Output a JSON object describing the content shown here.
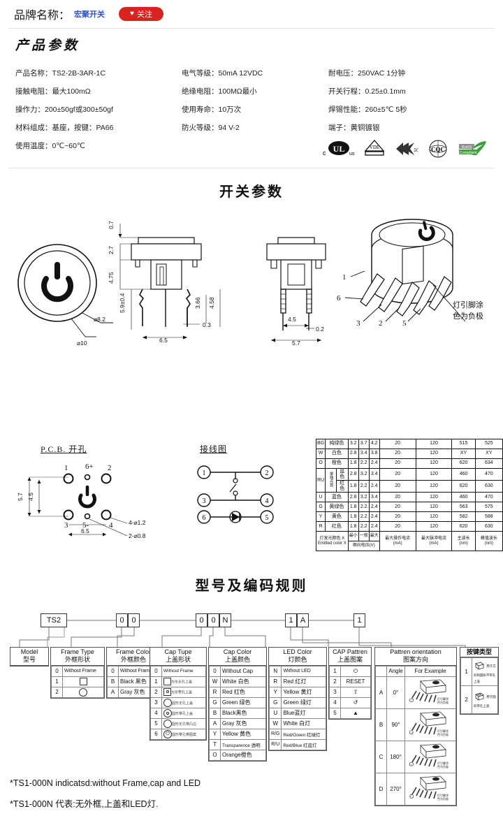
{
  "header": {
    "brand_label": "品牌名称：",
    "brand_name": "宏聚开关",
    "follow_label": "关注",
    "heart_icon": "♥",
    "accent_color": "#d8241f",
    "link_color": "#2b4fd8"
  },
  "product_section": {
    "title": "产品参数",
    "params": [
      "产品名称：TS2-2B-3AR-1C",
      "电气等级：50mA  12VDC",
      "耐电压：250VAC  1分钟",
      "接触电阻：最大100mΩ",
      "绝缘电阻：100MΩ最小",
      "开关行程：0.25±0.1mm",
      "操作力：200±50gf或300±50gf",
      "使用寿命：10万次",
      "焊锡性能：260±5℃  5秒",
      "材料组成：基座，按键：PA66",
      "防火等级：94 V-2",
      "端子：黄铜镀银",
      "使用温度：0℃~60℃",
      "",
      ""
    ],
    "certifications": [
      "cULus-icon",
      "vde-icon",
      "china-rohs-10-icon",
      "cqc-icon",
      "rohs-compliant-icon"
    ]
  },
  "switch_section": {
    "title": "开关参数",
    "front_view": {
      "dim_outer": "⌀10",
      "dim_inner": "⌀8.2",
      "icon": "power-icon"
    },
    "side_view": {
      "dims": [
        "0.7",
        "2.7",
        "4.75",
        "5.9±0.4",
        "3.66",
        "4.58",
        "0.3",
        "6.5"
      ]
    },
    "front_section_view": {
      "dims": [
        "4.5",
        "0.2",
        "5.7"
      ]
    },
    "iso_view": {
      "pins": [
        "1",
        "6",
        "3",
        "2",
        "5"
      ],
      "note": "灯引脚涂色为负极"
    }
  },
  "pcb_section": {
    "title": "P.C.B.  开孔",
    "pads": [
      "1",
      "6+",
      "2",
      "3",
      "5-",
      "4"
    ],
    "dims": [
      "5.7",
      "4.5",
      "6.5",
      "4-⌀1.2",
      "2-⌀0.8"
    ],
    "icon": "power-icon"
  },
  "wiring_section": {
    "title": "接线图",
    "nodes": [
      "①",
      "②",
      "③",
      "④",
      "⑥",
      "⑤"
    ],
    "led_symbol": "led-diode-icon"
  },
  "led_table": {
    "rows": [
      {
        "code": "BG",
        "color": "纯绿色",
        "vmin": "3.2",
        "vtyp": "3.7",
        "vmax": "4.2",
        "iop": "20",
        "ipulse": "120",
        "wl_main": "515",
        "wl_peak": "525"
      },
      {
        "code": "W",
        "color": "白色",
        "vmin": "2.8",
        "vtyp": "3.4",
        "vmax": "3.8",
        "iop": "20",
        "ipulse": "120",
        "wl_main": "XY",
        "wl_peak": "XY"
      },
      {
        "code": "O",
        "color": "橙色",
        "vmin": "1.8",
        "vtyp": "2.2",
        "vmax": "2.4",
        "iop": "20",
        "ipulse": "120",
        "wl_main": "620",
        "wl_peak": "634"
      },
      {
        "code": "RU",
        "sub_label": "单独点亮",
        "color": "蓝色",
        "vmin": "2.8",
        "vtyp": "3.2",
        "vmax": "3.4",
        "iop": "20",
        "ipulse": "120",
        "wl_main": "460",
        "wl_peak": "470",
        "rowspan": 2
      },
      {
        "code": "",
        "color": "红色",
        "vmin": "1.8",
        "vtyp": "2.2",
        "vmax": "2.4",
        "iop": "20",
        "ipulse": "120",
        "wl_main": "620",
        "wl_peak": "630"
      },
      {
        "code": "U",
        "color": "蓝色",
        "vmin": "2.8",
        "vtyp": "3.2",
        "vmax": "3.4",
        "iop": "20",
        "ipulse": "120",
        "wl_main": "460",
        "wl_peak": "470"
      },
      {
        "code": "G",
        "color": "黄绿色",
        "vmin": "1.8",
        "vtyp": "2.2",
        "vmax": "2.4",
        "iop": "20",
        "ipulse": "120",
        "wl_main": "563",
        "wl_peak": "575"
      },
      {
        "code": "Y",
        "color": "黄色",
        "vmin": "1.8",
        "vtyp": "2.2",
        "vmax": "2.4",
        "iop": "20",
        "ipulse": "120",
        "wl_main": "582",
        "wl_peak": "588"
      },
      {
        "code": "R",
        "color": "红色",
        "vmin": "1.8",
        "vtyp": "2.2",
        "vmax": "2.4",
        "iop": "20",
        "ipulse": "120",
        "wl_main": "620",
        "wl_peak": "630"
      }
    ],
    "footer": {
      "color_cn": "灯发光颜色  X",
      "color_en": "Emitted color X",
      "vmin": "最小",
      "vtyp": "一般",
      "vmax": "最大",
      "voltage_label": "顺向电压(V)",
      "iop": "最大操作电流(mA)",
      "ipulse": "最大脉冲电流(mA)",
      "wl_main": "主波长(nm)",
      "wl_peak": "峰值波长(nm)"
    }
  },
  "coding_section": {
    "title": "型号及编码规则",
    "code_boxes": [
      "TS2",
      "0",
      "0",
      "0",
      "0",
      "N",
      "1",
      "A",
      "1"
    ],
    "legends": [
      {
        "title_en": "Model",
        "title_cn": "型号",
        "rows": []
      },
      {
        "title_en": "Frame Type",
        "title_cn": "外框形状",
        "rows": [
          {
            "k": "0",
            "v": "Without Frame"
          },
          {
            "k": "1",
            "v": "square-shape"
          },
          {
            "k": "2",
            "v": "circle-shape"
          }
        ]
      },
      {
        "title_en": "Frame Color",
        "title_cn": "外框颜色",
        "rows": [
          {
            "k": "0",
            "v": "Without Frame"
          },
          {
            "k": "B",
            "v": "Black 黑色"
          },
          {
            "k": "A",
            "v": "Gray 灰色"
          }
        ]
      },
      {
        "title_en": "Cap Tupe",
        "title_cn": "上盖形状",
        "rows": [
          {
            "k": "0",
            "v": "Without Frame"
          },
          {
            "k": "1",
            "v": "方形无孔上盖"
          },
          {
            "k": "2",
            "v": "方形带孔上盖"
          },
          {
            "k": "3",
            "v": "圆形无孔上盖"
          },
          {
            "k": "4",
            "v": "圆形带孔上盖"
          },
          {
            "k": "5",
            "v": "圆形无孔带凸边"
          },
          {
            "k": "6",
            "v": "圆形带孔带图案"
          }
        ]
      },
      {
        "title_en": "Cap Color",
        "title_cn": "上盖颜色",
        "rows": [
          {
            "k": "0",
            "v": "Without Cap"
          },
          {
            "k": "W",
            "v": "White 白色"
          },
          {
            "k": "R",
            "v": "Red 红色"
          },
          {
            "k": "G",
            "v": "Green 绿色"
          },
          {
            "k": "B",
            "v": "Black黑色"
          },
          {
            "k": "A",
            "v": "Gray 灰色"
          },
          {
            "k": "Y",
            "v": "Yellow 黄色"
          },
          {
            "k": "T",
            "v": "Transparence 透明"
          },
          {
            "k": "O",
            "v": "Orange橙色"
          }
        ]
      },
      {
        "title_en": "LED Color",
        "title_cn": "灯颜色",
        "rows": [
          {
            "k": "N",
            "v": "Without LED"
          },
          {
            "k": "R",
            "v": "Red 红灯"
          },
          {
            "k": "Y",
            "v": "Yellow 黄灯"
          },
          {
            "k": "G",
            "v": "Green 绿灯"
          },
          {
            "k": "U",
            "v": "Blue蓝灯"
          },
          {
            "k": "W",
            "v": "White 白灯"
          },
          {
            "k": "R/G",
            "v": "Red/Green 红绿灯"
          },
          {
            "k": "R/U",
            "v": "Red/Blue 红蓝灯"
          }
        ]
      },
      {
        "title_en": "CAP Pattren",
        "title_cn": "上盖图案",
        "rows": [
          {
            "k": "1",
            "v": "power-icon"
          },
          {
            "k": "2",
            "v": "RESET"
          },
          {
            "k": "3",
            "v": "eject-icon"
          },
          {
            "k": "4",
            "v": "reload-icon"
          },
          {
            "k": "5",
            "v": "triangle-icon"
          }
        ]
      }
    ],
    "orientation": {
      "title_en": "Pattren orientation",
      "title_cn": "图案方向",
      "col_key": "",
      "col_angle": "Angle",
      "col_example": "For Example",
      "rows": [
        {
          "k": "A",
          "angle": "0°",
          "note": "灯引脚涂色为负极"
        },
        {
          "k": "B",
          "angle": "90°",
          "note": "灯引脚涂色为负极"
        },
        {
          "k": "C",
          "angle": "180°",
          "note": "灯引脚涂色为负极"
        },
        {
          "k": "D",
          "angle": "270°",
          "note": "灯引脚涂色为负极"
        }
      ]
    },
    "key_type": {
      "title_cn": "按键类型",
      "rows": [
        {
          "k": "1",
          "v": "用于方形和圆形不带孔上盖"
        },
        {
          "k": "2",
          "v": "用于圆形带孔上盖"
        }
      ]
    },
    "footnotes": [
      "*TS1-000N indicatsd:without Frame,cap and LED",
      "*TS1-000N 代表:无外框,上盖和LED灯."
    ]
  }
}
